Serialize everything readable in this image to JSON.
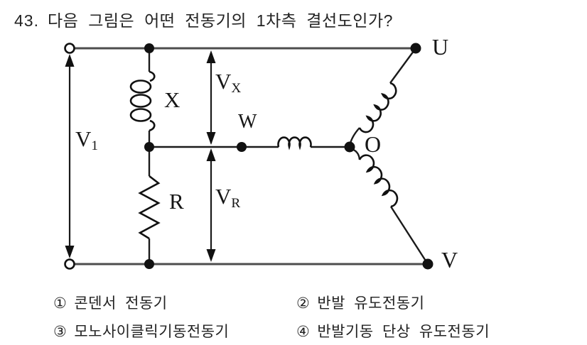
{
  "question": {
    "number": "43.",
    "text": "다음 그림은 어떤 전동기의 1차측 결선도인가?"
  },
  "diagram": {
    "source_voltage_label": {
      "base": "V",
      "sub": "1"
    },
    "reactor_label": "X",
    "reactor_voltage_label": {
      "base": "V",
      "sub": "X"
    },
    "tap_terminal_label": "W",
    "resistor_label": "R",
    "resistor_voltage_label": {
      "base": "V",
      "sub": "R"
    },
    "terminal_u_label": "U",
    "star_point_label": "O",
    "terminal_v_label": "V",
    "line_color": "#1a1a1a",
    "bus_color": "#4d4d4d"
  },
  "options": [
    {
      "marker": "①",
      "label": "콘덴서 전동기"
    },
    {
      "marker": "②",
      "label": "반발 유도전동기"
    },
    {
      "marker": "③",
      "label": "모노사이클릭기동전동기"
    },
    {
      "marker": "④",
      "label": "반발기동 단상 유도전동기"
    }
  ]
}
